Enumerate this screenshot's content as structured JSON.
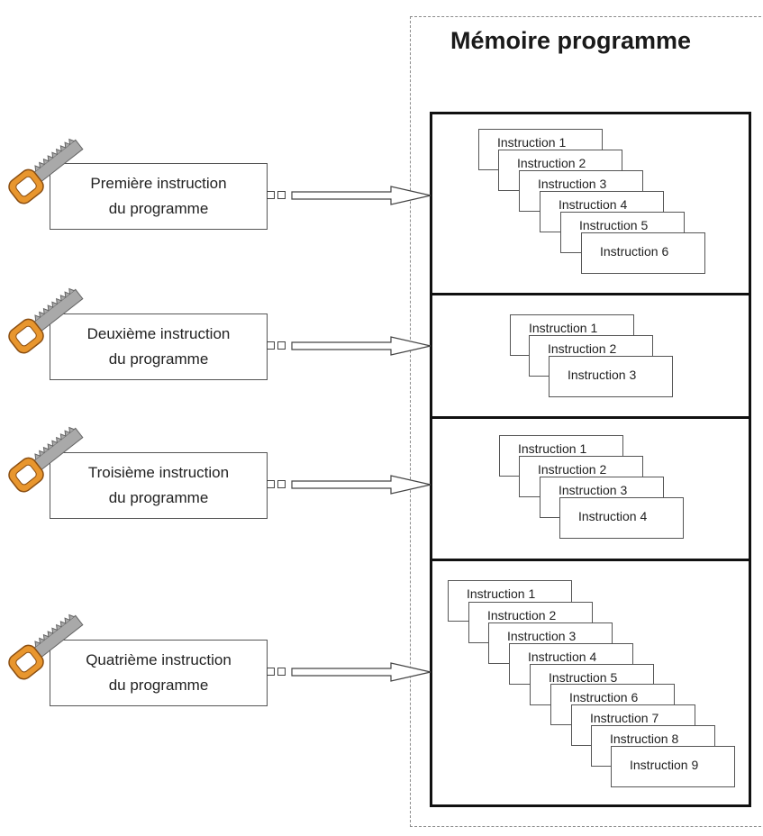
{
  "memory_title": "Mémoire programme",
  "steps": [
    {
      "line1": "Première instruction",
      "line2": "du programme"
    },
    {
      "line1": "Deuxième  instruction",
      "line2": "du programme"
    },
    {
      "line1": "Troisième instruction",
      "line2": "du programme"
    },
    {
      "line1": "Quatrième instruction",
      "line2": "du programme"
    }
  ],
  "blocks": [
    {
      "instructions": [
        "Instruction 1",
        "Instruction 2",
        "Instruction 3",
        "Instruction 4",
        "Instruction 5",
        "Instruction 6"
      ]
    },
    {
      "instructions": [
        "Instruction 1",
        "Instruction 2",
        "Instruction 3"
      ]
    },
    {
      "instructions": [
        "Instruction 1",
        "Instruction 2",
        "Instruction 3",
        "Instruction 4"
      ]
    },
    {
      "instructions": [
        "Instruction 1",
        "Instruction 2",
        "Instruction 3",
        "Instruction 4",
        "Instruction 5",
        "Instruction 6",
        "Instruction 7",
        "Instruction 8",
        "Instruction 9"
      ]
    }
  ],
  "colors": {
    "key_orange": "#e8962e",
    "key_blade": "#a9a9a9",
    "border": "#111111"
  }
}
